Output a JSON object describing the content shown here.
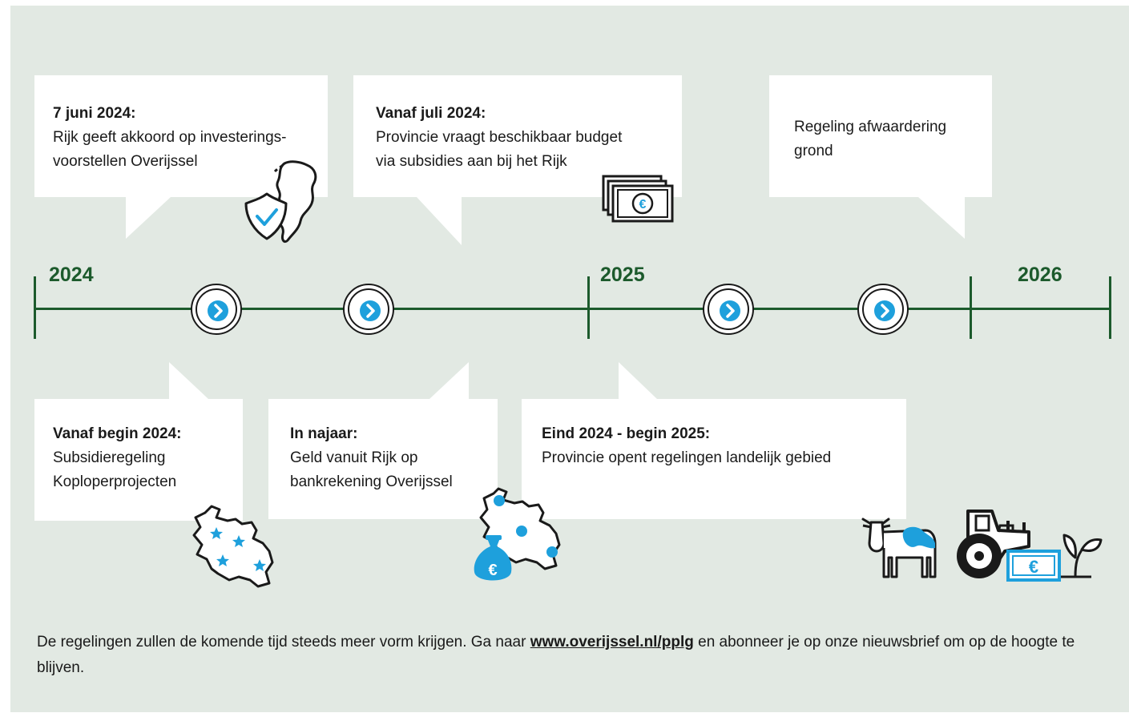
{
  "timeline": {
    "years": [
      "2024",
      "2025",
      "2026"
    ],
    "milestones": [
      {
        "id": "m1",
        "heading": "7 juni 2024:",
        "body": "Rijk geeft akkoord op investerings-\nvoorstellen Overijssel",
        "icon": "netherlands-shield-icon"
      },
      {
        "id": "m2",
        "heading": "Vanaf juli 2024:",
        "body": "Provincie vraagt beschikbaar budget\nvia subsidies aan bij het Rijk",
        "icon": "banknotes-euro-icon"
      },
      {
        "id": "m3",
        "heading": "",
        "body": "Regeling afwaardering\ngrond",
        "icon": ""
      },
      {
        "id": "m4",
        "heading": "Vanaf begin 2024:",
        "body": "Subsidieregeling\nKoploperprojecten",
        "icon": "overijssel-stars-map-icon"
      },
      {
        "id": "m5",
        "heading": "In najaar:",
        "body": "Geld vanuit Rijk op\nbankrekening Overijssel",
        "icon": "overijssel-money-bag-icon"
      },
      {
        "id": "m6",
        "heading": "Eind 2024 - begin 2025:",
        "body": "Provincie opent regelingen landelijk gebied",
        "icon": "cow-tractor-plant-icon"
      }
    ],
    "marker_icon": "chevron-right-icon",
    "euro_symbol": "€"
  },
  "footer": {
    "text_before": "De regelingen zullen de komende tijd steeds meer vorm krijgen. Ga naar ",
    "link": "www.overijssel.nl/pplg",
    "text_after": " en abonneer je op onze nieuwsbrief om op de hoogte te blijven."
  },
  "colors": {
    "background": "#e2e9e3",
    "timeline_green": "#1c5a2c",
    "accent_blue": "#1ea0dc",
    "bubble": "#ffffff",
    "text": "#1a1a1a"
  }
}
